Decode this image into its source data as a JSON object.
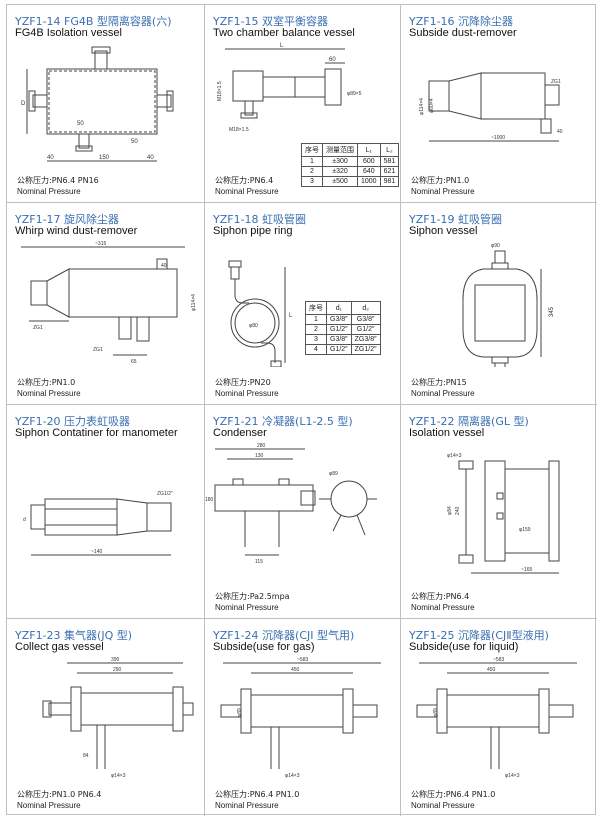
{
  "pressure_en": "Nominal Pressure",
  "items": [
    {
      "code": "YZF1-14 FG4B 型隔离容器(六)",
      "name": "FG4B Isolation vessel",
      "pressure": "公称压力:PN6.4 PN16",
      "dims": {
        "d1": "D",
        "d2": "50",
        "d3": "40",
        "d4": "150",
        "d5": "40",
        "d6": "50"
      }
    },
    {
      "code": "YZF1-15 双室平衡容器",
      "name": "Two chamber balance vessel",
      "pressure": "公称压力:PN6.4",
      "dims": {
        "d1": "L",
        "d2": "60",
        "d3": "M18×1.5",
        "d4": "M18×1.5",
        "d5": "φ89×5"
      },
      "table": {
        "headers": [
          "序号",
          "测量范围",
          "L₁",
          "L₂"
        ],
        "rows": [
          [
            "1",
            "±300",
            "600",
            "581"
          ],
          [
            "2",
            "±320",
            "640",
            "621"
          ],
          [
            "3",
            "±500",
            "1000",
            "981"
          ]
        ]
      }
    },
    {
      "code": "YZF1-16 沉降除尘器",
      "name": "Subside dust-remover",
      "pressure": "公称压力:PN1.0",
      "dims": {
        "d1": "ZG1",
        "d2": "φ114×4",
        "d3": "φ60×4",
        "d4": "40",
        "d5": "~1000"
      }
    },
    {
      "code": "YZF1-17 旋风除尘器",
      "name": "Whirp wind dust-remover",
      "pressure": "公称压力:PN1.0",
      "dims": {
        "d1": "~315",
        "d2": "40",
        "d3": "ZG1",
        "d4": "ZG1",
        "d5": "65",
        "d6": "φ114×4"
      }
    },
    {
      "code": "YZF1-18 虹吸管圈",
      "name": "Siphon pipe ring",
      "pressure": "公称压力:PN20",
      "dims": {
        "d1": "L",
        "d2": "φ80"
      },
      "table": {
        "headers": [
          "序号",
          "d₁",
          "d₂"
        ],
        "rows": [
          [
            "1",
            "G3/8″",
            "G3/8″"
          ],
          [
            "2",
            "G1/2″",
            "G1/2″"
          ],
          [
            "3",
            "G3/8″",
            "ZG3/8″"
          ],
          [
            "4",
            "G1/2″",
            "ZG1/2″"
          ]
        ]
      }
    },
    {
      "code": "YZF1-19 虹吸管圈",
      "name": "Siphon vessel",
      "pressure": "公称压力:PN15",
      "dims": {
        "d1": "φ90",
        "d2": "345"
      }
    },
    {
      "code": "YZF1-20 压力表虹吸器",
      "name": "Siphon Contatiner for manometer",
      "pressure": "",
      "dims": {
        "d1": "ZG1/2″",
        "d2": "d",
        "d3": "~140"
      }
    },
    {
      "code": "YZF1-21 冷凝器(L1-2.5 型)",
      "name": "Condenser",
      "pressure": "公称压力:Pa2.5mpa",
      "dims": {
        "d1": "280",
        "d2": "130",
        "d3": "180",
        "d4": "115",
        "d5": "φ89"
      }
    },
    {
      "code": "YZF1-22 隔离器(GL 型)",
      "name": "Isolation vessel",
      "pressure": "公称压力:PN6.4",
      "dims": {
        "d1": "φ14×3",
        "d2": "φ84",
        "d3": "240",
        "d4": "φ159",
        "d5": "~165"
      }
    },
    {
      "code": "YZF1-23 集气器(JQ 型)",
      "name": "Collect gas vessel",
      "pressure": "公称压力:PN1.0 PN6.4",
      "dims": {
        "d1": "390",
        "d2": "290",
        "d3": "84",
        "d4": "φ14×3"
      }
    },
    {
      "code": "YZF1-24 沉降器(CJI 型气用)",
      "name": "Subside(use for gas)",
      "pressure": "公称压力:PN6.4 PN1.0",
      "dims": {
        "d1": "~583",
        "d2": "450",
        "d3": "φ89",
        "d4": "φ14×3"
      }
    },
    {
      "code": "YZF1-25 沉降器(CJⅡ型液用)",
      "name": "Subside(use for liquid)",
      "pressure": "公称压力:PN6.4 PN1.0",
      "dims": {
        "d1": "~583",
        "d2": "450",
        "d3": "φ89",
        "d4": "φ14×3"
      }
    }
  ]
}
